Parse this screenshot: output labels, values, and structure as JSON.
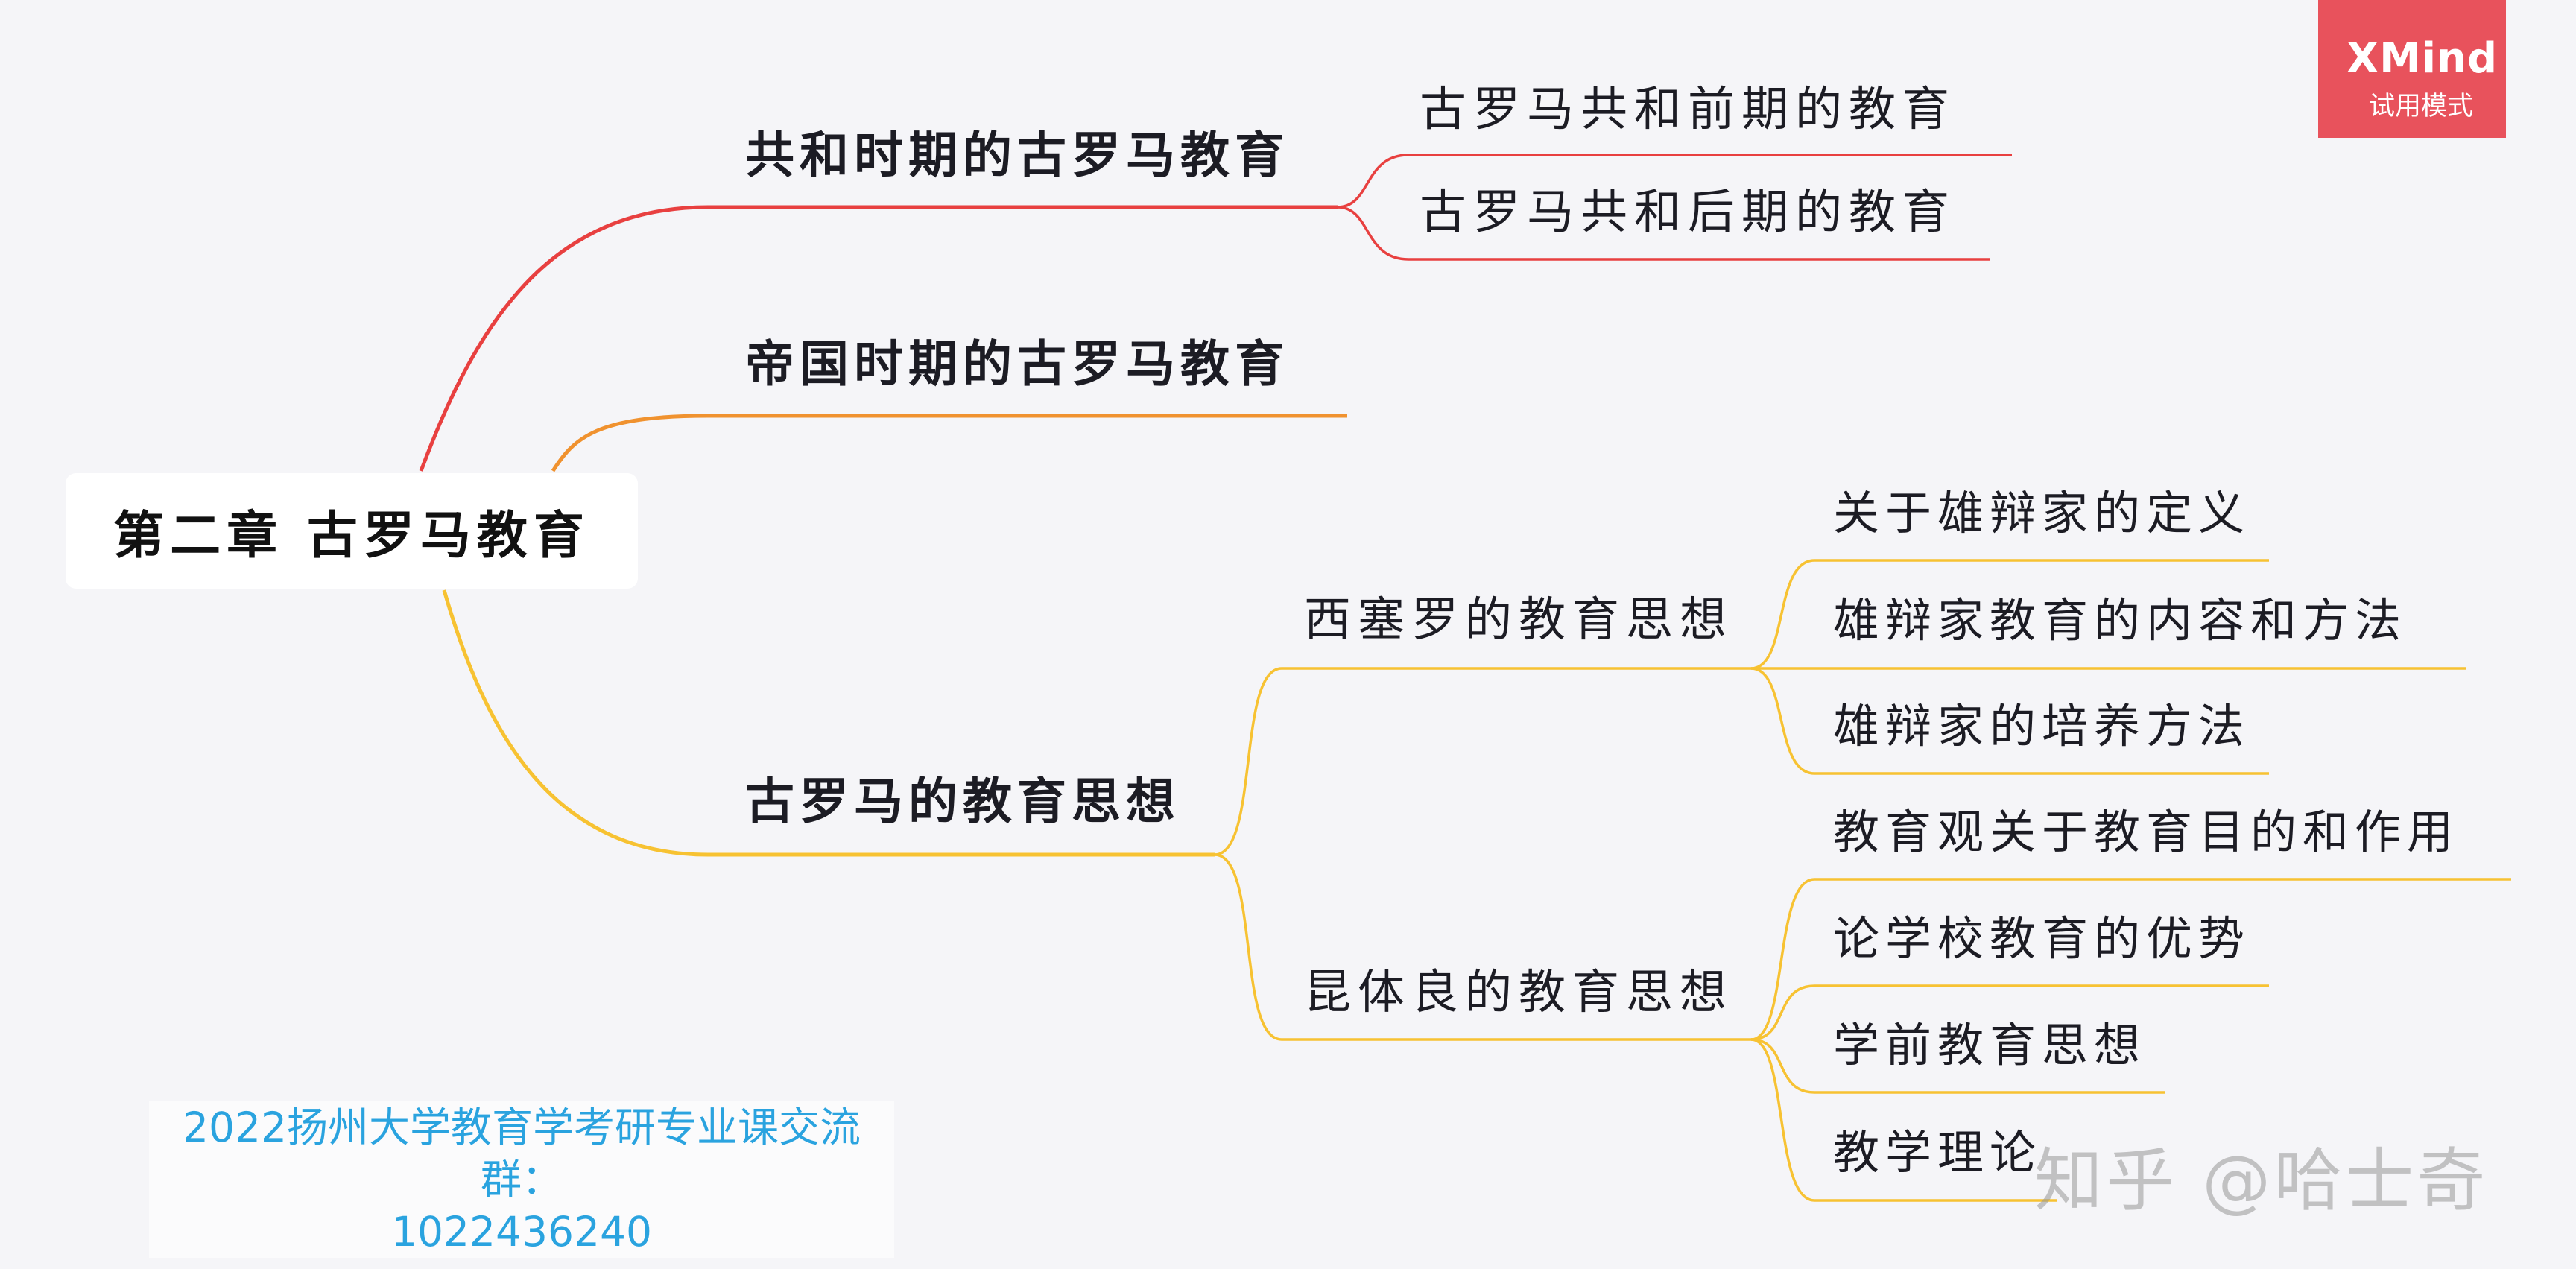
{
  "root": {
    "label": "第二章 古罗马教育"
  },
  "branches": [
    {
      "label": "共和时期的古罗马教育",
      "color": "#e84040",
      "children": [
        {
          "label": "古罗马共和前期的教育"
        },
        {
          "label": "古罗马共和后期的教育"
        }
      ]
    },
    {
      "label": "帝国时期的古罗马教育",
      "color": "#f0922f",
      "children": []
    },
    {
      "label": "古罗马的教育思想",
      "color": "#f7c232",
      "children": [
        {
          "label": "西塞罗的教育思想",
          "children": [
            {
              "label": "关于雄辩家的定义"
            },
            {
              "label": "雄辩家教育的内容和方法"
            },
            {
              "label": "雄辩家的培养方法"
            }
          ]
        },
        {
          "label": "昆体良的教育思想",
          "children": [
            {
              "label": "教育观关于教育目的和作用"
            },
            {
              "label": "论学校教育的优势"
            },
            {
              "label": "学前教育思想"
            },
            {
              "label": "教学理论"
            }
          ]
        }
      ]
    }
  ],
  "badge": {
    "brand": "XMind",
    "mode": "试用模式",
    "color": "#e8525c"
  },
  "footer": {
    "group_title": "2022扬州大学教育学考研专业课交流群：",
    "group_number": "1022436240",
    "color": "#2aa3df"
  },
  "watermark": "知乎 @哈士奇"
}
